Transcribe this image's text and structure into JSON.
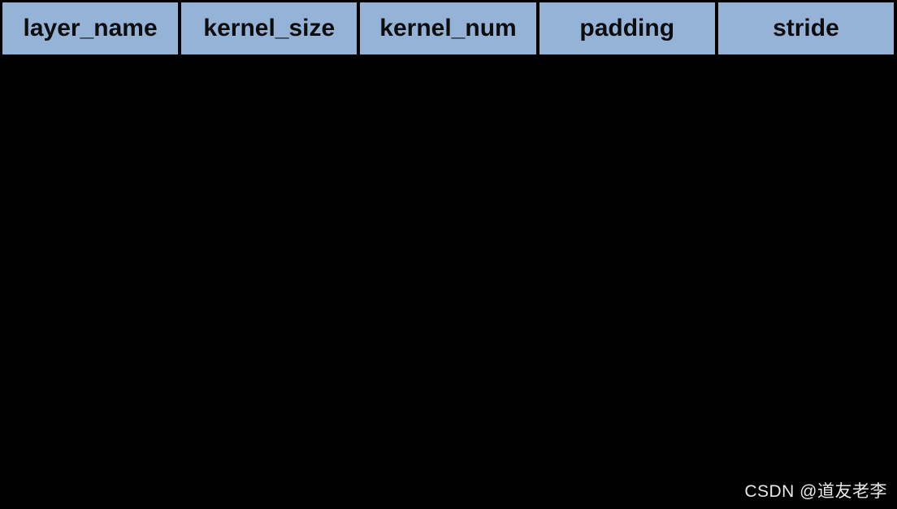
{
  "chart_data": {
    "type": "table",
    "columns": [
      "layer_name",
      "kernel_size",
      "kernel_num",
      "padding",
      "stride"
    ],
    "rows": [],
    "title": "",
    "layout_hints": {
      "header_position": "top",
      "body_visible": false,
      "equal_column_widths": true
    }
  },
  "watermark": {
    "text": "CSDN @道友老李"
  },
  "colors": {
    "background": "#000000",
    "header_bg": "#95b3d7",
    "header_text": "#0d0d0d",
    "watermark_text": "#e8e8e8"
  }
}
